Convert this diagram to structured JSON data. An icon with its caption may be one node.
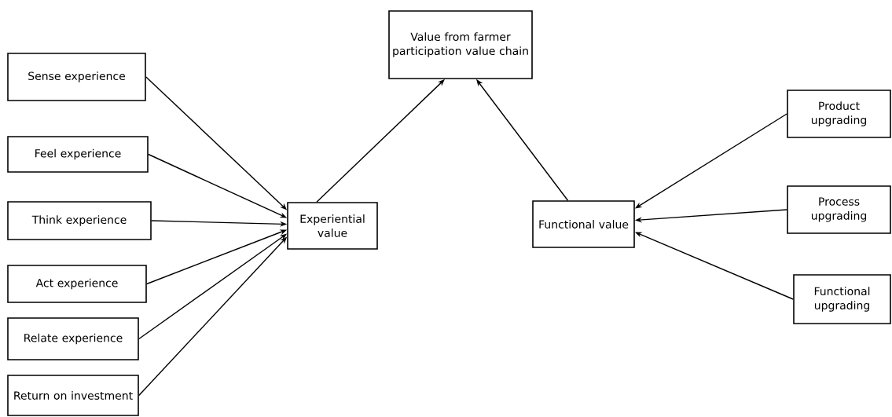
{
  "diagram": {
    "nodes": [
      {
        "text": [
          "Value from farmer participation value chain"
        ]
      },
      {
        "text": [
          "Sense experience"
        ]
      },
      {
        "text": [
          "Feel experience"
        ]
      },
      {
        "text": [
          "Think experience"
        ]
      },
      {
        "text": [
          "Act experience"
        ]
      },
      {
        "text": [
          "Relate experience"
        ]
      },
      {
        "text": [
          "Return on investment"
        ]
      },
      {
        "text": [
          "Experiential value"
        ]
      },
      {
        "text": [
          "Functional value"
        ]
      },
      {
        "text": [
          "Product upgrading"
        ]
      },
      {
        "text": [
          "Process upgrading"
        ]
      },
      {
        "text": [
          "Functional upgrading"
        ]
      }
    ],
    "edges": [
      {
        "from": 1,
        "to": 7,
        "arrow": "to"
      },
      {
        "from": 2,
        "to": 7,
        "arrow": "to"
      },
      {
        "from": 3,
        "to": 7,
        "arrow": "to"
      },
      {
        "from": 4,
        "to": 7,
        "arrow": "to"
      },
      {
        "from": 5,
        "to": 7,
        "arrow": "to"
      },
      {
        "from": 6,
        "to": 7,
        "arrow": "to"
      },
      {
        "from": 7,
        "to": 0,
        "arrow": "to"
      },
      {
        "from": 8,
        "to": 0,
        "arrow": "to"
      },
      {
        "from": 9,
        "to": 8,
        "arrow": "to"
      },
      {
        "from": 10,
        "to": 8,
        "arrow": "to"
      },
      {
        "from": 11,
        "to": 8,
        "arrow": "to"
      }
    ]
  }
}
